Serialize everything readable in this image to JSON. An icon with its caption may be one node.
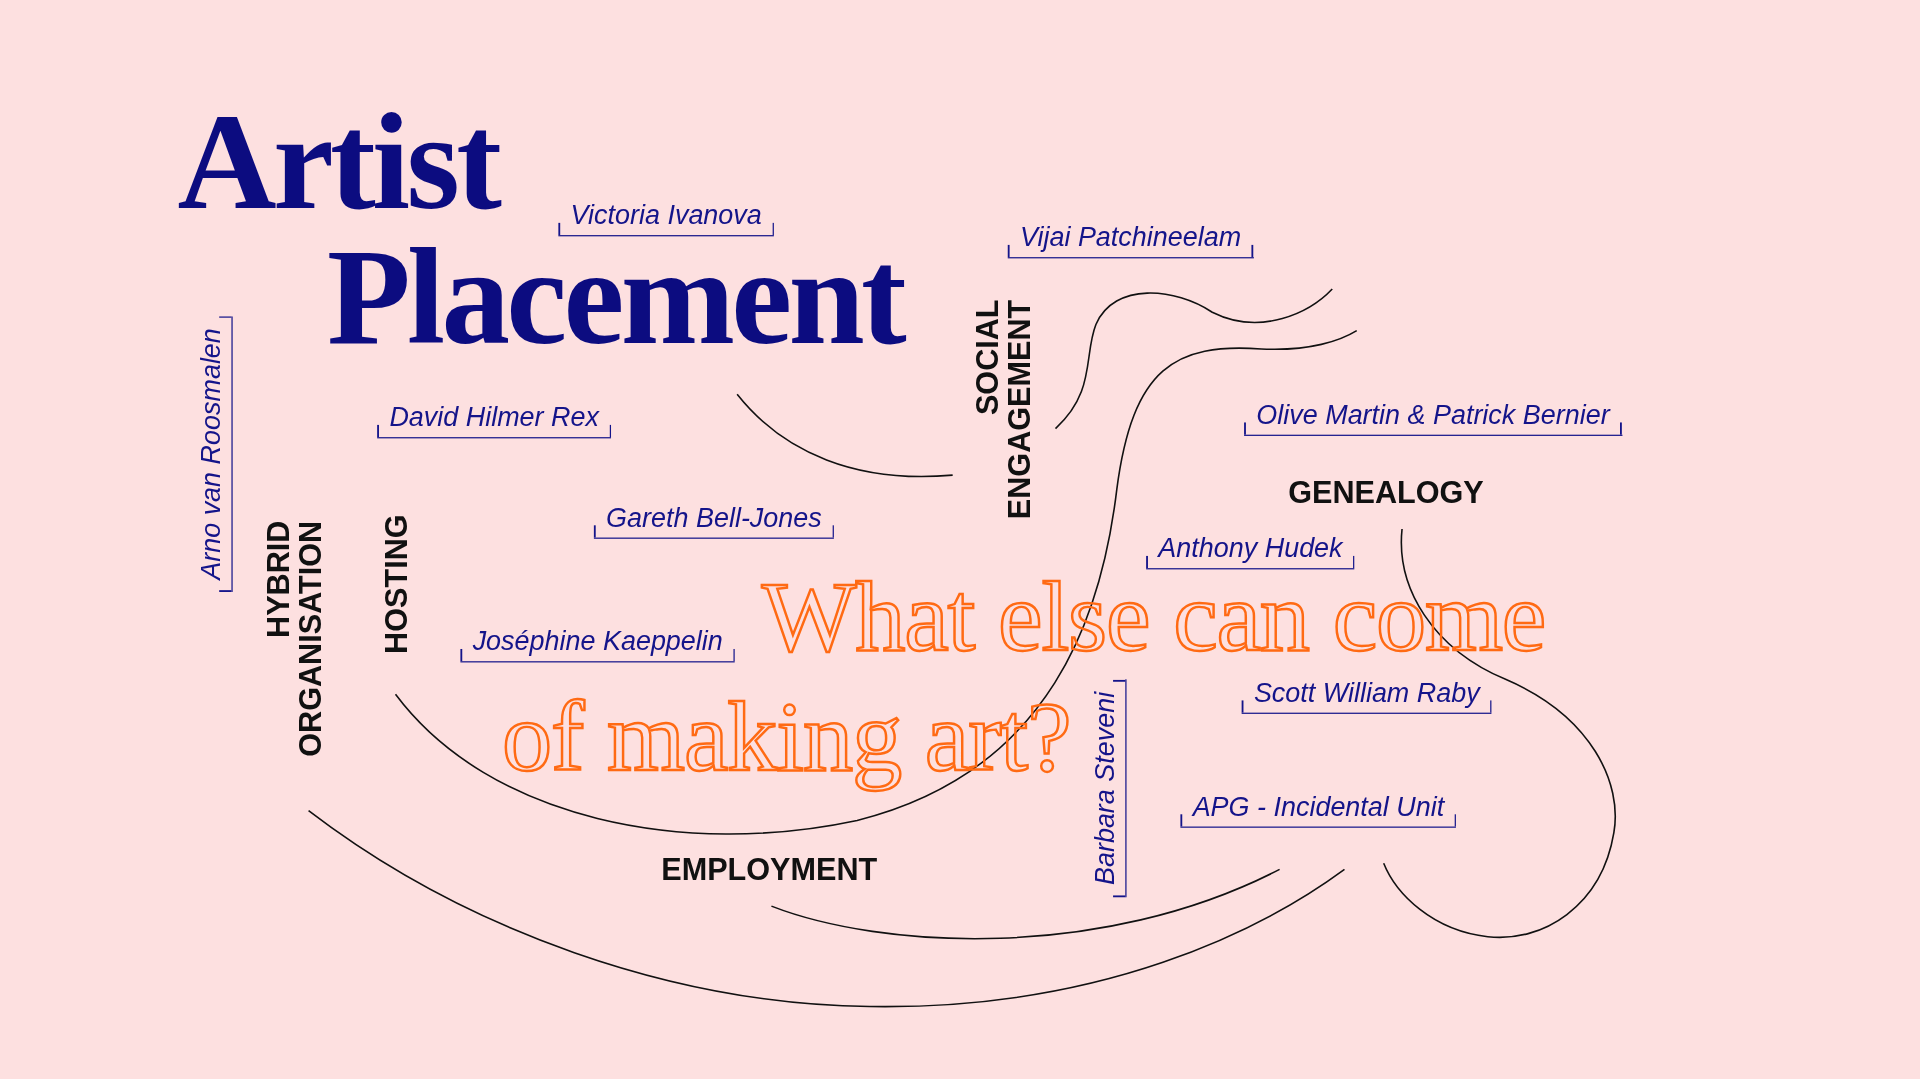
{
  "diagram": {
    "title": "Artist Placement",
    "caption": "What else can come of making art?",
    "labels": [
      "Victoria Ivanova",
      "Vijai Patchineelam",
      "Arno van Roosmalen",
      "David Hilmer Rex",
      "SOCIAL ENGAGEMENT",
      "Olive Martin & Patrick Bernier",
      "GENEALOGY",
      "Gareth Bell-Jones",
      "Anthony Hudek",
      "HYBRID ORGANISATION",
      "HOSTING",
      "Joséphine Kaeppelin",
      "Scott William Raby",
      "Barbara Steveni",
      "APG - Incidental Unit",
      "EMPLOYMENT"
    ]
  }
}
